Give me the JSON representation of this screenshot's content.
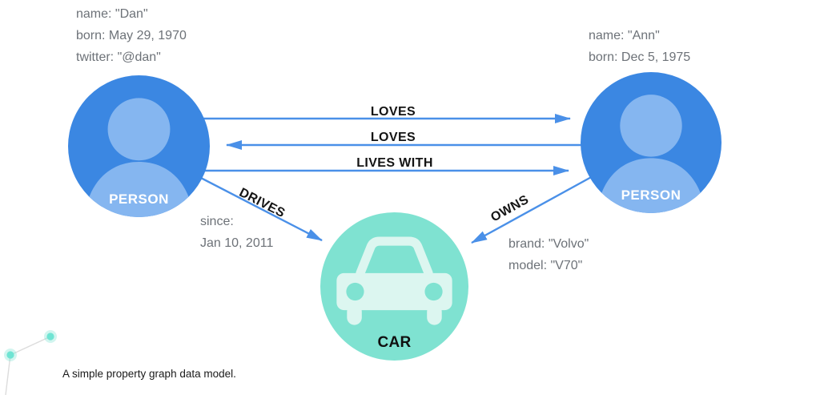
{
  "caption": "A simple property graph data model.",
  "colors": {
    "person_node": "#3B87E2",
    "person_icon": "#85B6F0",
    "car_node": "#7FE2D1",
    "car_icon": "#DCF6F0",
    "arrow": "#4A90E8",
    "property_text": "#6D7278",
    "relationship_text": "#141414",
    "person_label_text": "#FFFFFF",
    "car_label_text": "#101010",
    "decoration_dot": "#7FE2D1"
  },
  "nodes": {
    "dan": {
      "label": "PERSON",
      "properties": [
        "name: \"Dan\"",
        "born: May 29, 1970",
        "twitter: \"@dan\""
      ]
    },
    "ann": {
      "label": "PERSON",
      "properties": [
        "name: \"Ann\"",
        "born: Dec 5, 1975"
      ]
    },
    "car": {
      "label": "CAR",
      "properties": [
        "brand: \"Volvo\"",
        "model: \"V70\""
      ]
    }
  },
  "relationships": {
    "loves_dan_to_ann": {
      "label": "LOVES",
      "from": "Dan",
      "to": "Ann"
    },
    "loves_ann_to_dan": {
      "label": "LOVES",
      "from": "Ann",
      "to": "Dan"
    },
    "lives_with": {
      "label": "LIVES WITH",
      "from": "Dan",
      "to": "Ann"
    },
    "drives": {
      "label": "DRIVES",
      "from": "Dan",
      "to": "Car",
      "properties": [
        "since:",
        "Jan 10, 2011"
      ]
    },
    "owns": {
      "label": "OWNS",
      "from": "Ann",
      "to": "Car"
    }
  }
}
